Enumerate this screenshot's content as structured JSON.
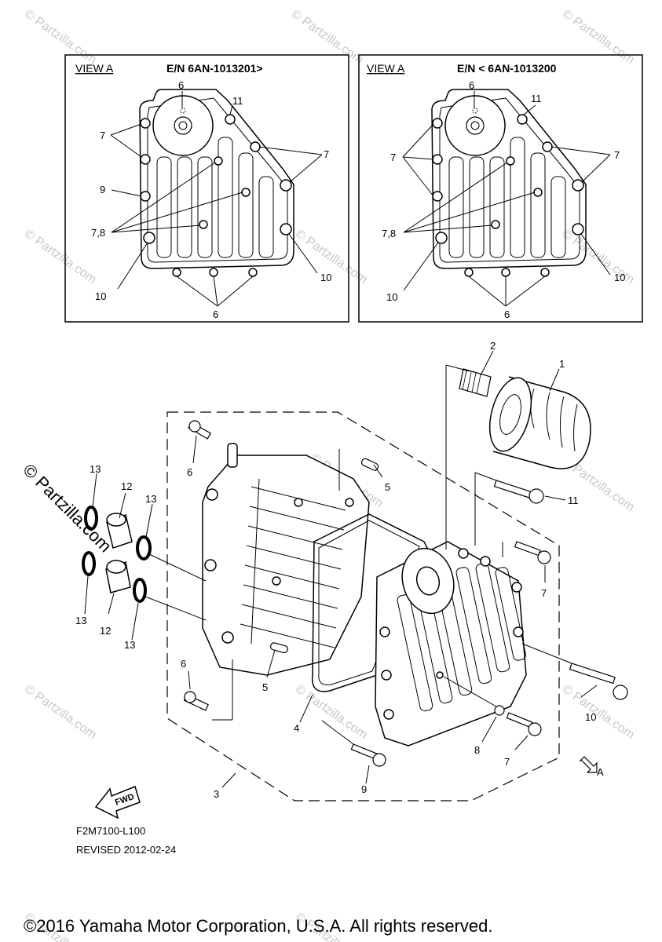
{
  "view_left": {
    "view_label": "VIEW A",
    "engine_number": "E/N 6AN-1013201>"
  },
  "view_right": {
    "view_label": "VIEW A",
    "engine_number": "E/N < 6AN-1013200"
  },
  "callouts": {
    "n1": "1",
    "n2": "2",
    "n3": "3",
    "n4": "4",
    "n5": "5",
    "n6": "6",
    "n7": "7",
    "n8": "8",
    "n9": "9",
    "n10": "10",
    "n11": "11",
    "n12": "12",
    "n13": "13",
    "n78": "7,8",
    "arrow_a": "A"
  },
  "fwd_label": "FWD",
  "diagram_code": "F2M7100-L100",
  "revised": "REVISED 2012-02-24",
  "copyright": "©2016 Yamaha Motor Corporation, U.S.A. All rights reserved.",
  "watermark": "© Partzilla.com"
}
